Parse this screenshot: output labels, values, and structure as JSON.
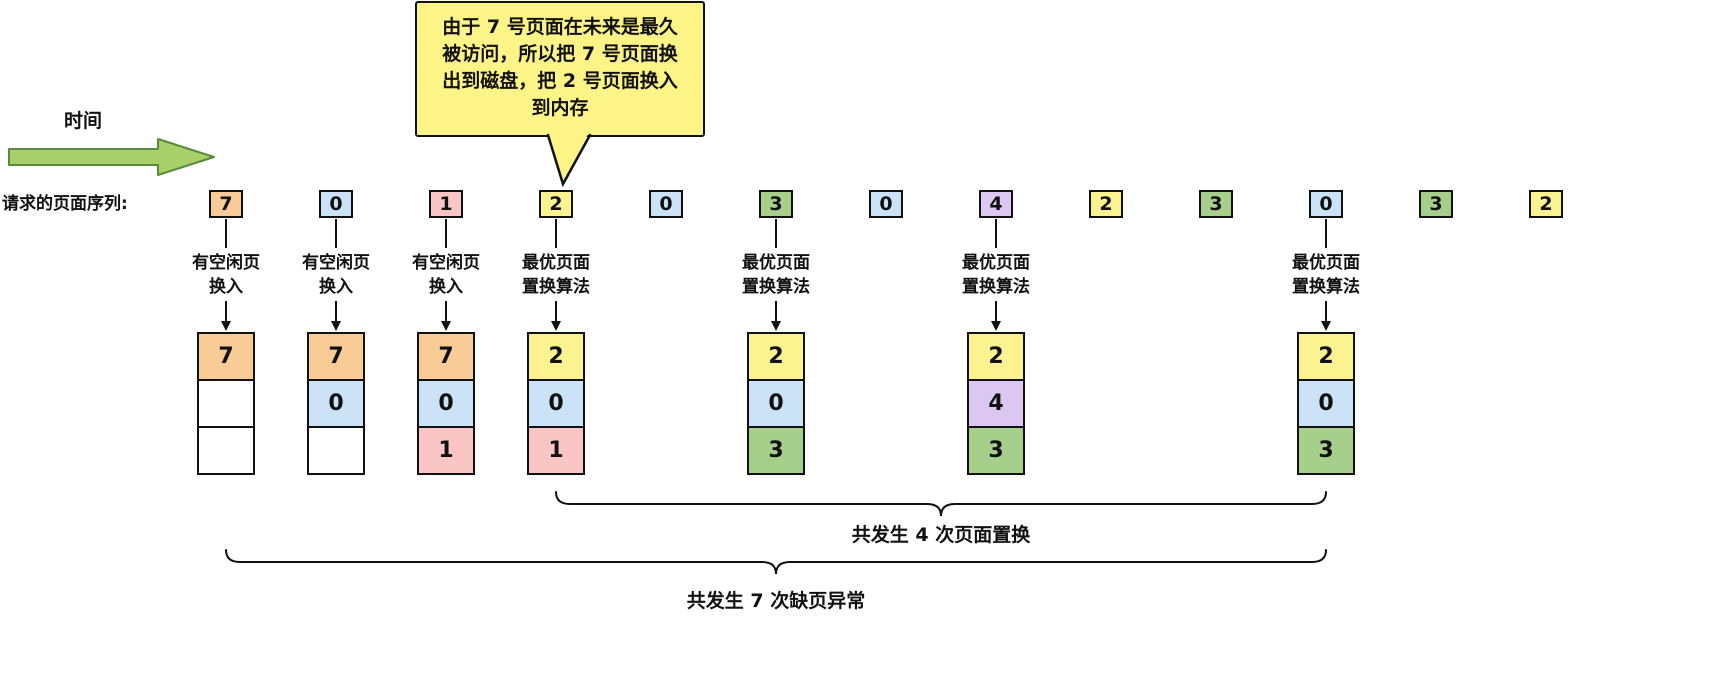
{
  "time_arrow": {
    "label": "时间",
    "fill": "#a9cf6a",
    "stroke": "#5c8a3c"
  },
  "callout": {
    "color": "#fcf487",
    "lines": [
      "由于 7 号页面在未来是最久",
      "被访问，所以把 7 号页面换",
      "出到磁盘，把 2 号页面换入",
      "到内存"
    ],
    "points_to_page_index": 3
  },
  "sequence": {
    "label": "请求的页面序列:",
    "pages": [
      {
        "value": "7",
        "color": "#f9cb97"
      },
      {
        "value": "0",
        "color": "#cce3f7"
      },
      {
        "value": "1",
        "color": "#f9c6c5"
      },
      {
        "value": "2",
        "color": "#fbf290"
      },
      {
        "value": "0",
        "color": "#cce3f7"
      },
      {
        "value": "3",
        "color": "#a7cf8c"
      },
      {
        "value": "0",
        "color": "#cce3f7"
      },
      {
        "value": "4",
        "color": "#dcc7f2"
      },
      {
        "value": "2",
        "color": "#fbf290"
      },
      {
        "value": "3",
        "color": "#a7cf8c"
      },
      {
        "value": "0",
        "color": "#cce3f7"
      },
      {
        "value": "3",
        "color": "#a7cf8c"
      },
      {
        "value": "2",
        "color": "#fbf290"
      }
    ]
  },
  "columns": [
    {
      "seq_index": 0,
      "annotation_lines": [
        "有空闲页",
        "换入"
      ],
      "frames": [
        {
          "value": "7",
          "color": "#f9cb97"
        },
        {
          "value": "",
          "color": "#ffffff"
        },
        {
          "value": "",
          "color": "#ffffff"
        }
      ]
    },
    {
      "seq_index": 1,
      "annotation_lines": [
        "有空闲页",
        "换入"
      ],
      "frames": [
        {
          "value": "7",
          "color": "#f9cb97"
        },
        {
          "value": "0",
          "color": "#cce3f7"
        },
        {
          "value": "",
          "color": "#ffffff"
        }
      ]
    },
    {
      "seq_index": 2,
      "annotation_lines": [
        "有空闲页",
        "换入"
      ],
      "frames": [
        {
          "value": "7",
          "color": "#f9cb97"
        },
        {
          "value": "0",
          "color": "#cce3f7"
        },
        {
          "value": "1",
          "color": "#f9c6c5"
        }
      ]
    },
    {
      "seq_index": 3,
      "annotation_lines": [
        "最优页面",
        "置换算法"
      ],
      "frames": [
        {
          "value": "2",
          "color": "#fbf290"
        },
        {
          "value": "0",
          "color": "#cce3f7"
        },
        {
          "value": "1",
          "color": "#f9c6c5"
        }
      ]
    },
    {
      "seq_index": 5,
      "annotation_lines": [
        "最优页面",
        "置换算法"
      ],
      "frames": [
        {
          "value": "2",
          "color": "#fbf290"
        },
        {
          "value": "0",
          "color": "#cce3f7"
        },
        {
          "value": "3",
          "color": "#a7cf8c"
        }
      ]
    },
    {
      "seq_index": 7,
      "annotation_lines": [
        "最优页面",
        "置换算法"
      ],
      "frames": [
        {
          "value": "2",
          "color": "#fbf290"
        },
        {
          "value": "4",
          "color": "#dcc7f2"
        },
        {
          "value": "3",
          "color": "#a7cf8c"
        }
      ]
    },
    {
      "seq_index": 10,
      "annotation_lines": [
        "最优页面",
        "置换算法"
      ],
      "frames": [
        {
          "value": "2",
          "color": "#fbf290"
        },
        {
          "value": "0",
          "color": "#cce3f7"
        },
        {
          "value": "3",
          "color": "#a7cf8c"
        }
      ]
    }
  ],
  "summary_braces": [
    {
      "label": "共发生 4 次页面置换",
      "from_column": 3,
      "to_column": 6
    },
    {
      "label": "共发生 7 次缺页异常",
      "from_column": 0,
      "to_column": 6
    }
  ]
}
